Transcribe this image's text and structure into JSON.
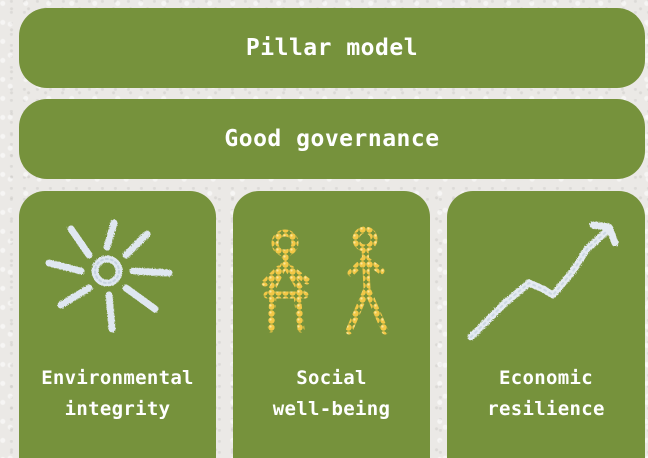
{
  "title": "Pillar model",
  "foundation": "Good governance",
  "pillars": [
    {
      "line1": "Environmental",
      "line2": "integrity",
      "icon": "sun-icon"
    },
    {
      "line1": "Social",
      "line2": "well-being",
      "icon": "people-icon"
    },
    {
      "line1": "Economic",
      "line2": "resilience",
      "icon": "rising-arrow-icon"
    }
  ],
  "colors": {
    "box_fill": "#76923c",
    "text": "#ffffff",
    "background": "#ebe9e6",
    "sun_salt": "#d6e0ec",
    "people_corn": "#f0c040"
  }
}
